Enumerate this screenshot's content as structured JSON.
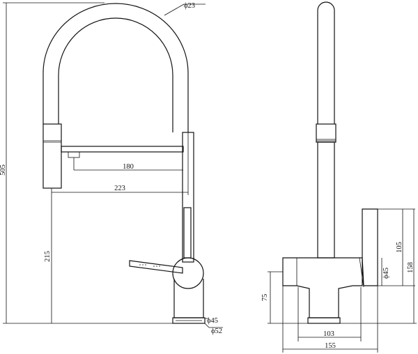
{
  "drawing": {
    "front_view": {
      "dims": {
        "hose_diameter": "ϕ23",
        "total_height": "505",
        "spout_reach_inner": "180",
        "spout_reach_outer": "223",
        "spout_height": "215",
        "base_diameter_inner": "ϕ45",
        "base_diameter_outer": "ϕ52"
      }
    },
    "side_view": {
      "dims": {
        "body_height": "75",
        "base_width": "103",
        "overall_width": "155",
        "bracket_height": "105",
        "bracket_total_height": "158",
        "bracket_diameter": "ϕ45"
      }
    }
  }
}
